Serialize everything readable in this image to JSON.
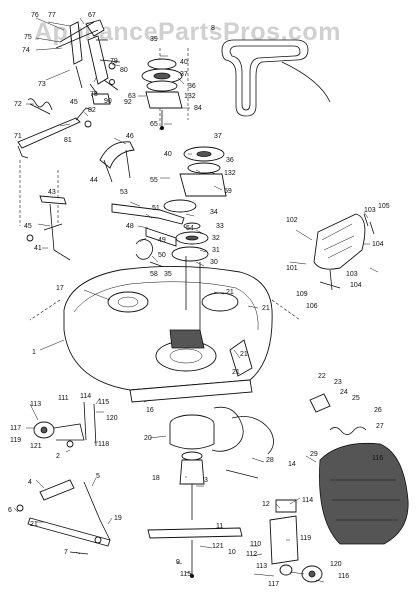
{
  "watermark": "AppliancePartsPros.com",
  "callouts": [
    {
      "id": "c76",
      "text": "76"
    },
    {
      "id": "c77",
      "text": "77"
    },
    {
      "id": "c67",
      "text": "67"
    },
    {
      "id": "c75",
      "text": "75"
    },
    {
      "id": "c74",
      "text": "74"
    },
    {
      "id": "c73",
      "text": "73"
    },
    {
      "id": "c79",
      "text": "79"
    },
    {
      "id": "c80",
      "text": "80"
    },
    {
      "id": "c78",
      "text": "78"
    },
    {
      "id": "c90",
      "text": "90"
    },
    {
      "id": "c92",
      "text": "92"
    },
    {
      "id": "c72",
      "text": "72"
    },
    {
      "id": "c45a",
      "text": "45"
    },
    {
      "id": "c82",
      "text": "82"
    },
    {
      "id": "c81",
      "text": "81"
    },
    {
      "id": "c71",
      "text": "71"
    },
    {
      "id": "c39",
      "text": "39"
    },
    {
      "id": "c40a",
      "text": "40"
    },
    {
      "id": "c37a",
      "text": "37"
    },
    {
      "id": "c36a",
      "text": "36"
    },
    {
      "id": "c63",
      "text": "63"
    },
    {
      "id": "c132a",
      "text": "132"
    },
    {
      "id": "c84",
      "text": "84"
    },
    {
      "id": "c65",
      "text": "65"
    },
    {
      "id": "c8",
      "text": "8"
    },
    {
      "id": "c46",
      "text": "46"
    },
    {
      "id": "c44",
      "text": "44"
    },
    {
      "id": "c37b",
      "text": "37"
    },
    {
      "id": "c40b",
      "text": "40"
    },
    {
      "id": "c36b",
      "text": "36"
    },
    {
      "id": "c132b",
      "text": "132"
    },
    {
      "id": "c55",
      "text": "55"
    },
    {
      "id": "c59",
      "text": "59"
    },
    {
      "id": "c43",
      "text": "43"
    },
    {
      "id": "c53",
      "text": "53"
    },
    {
      "id": "c51",
      "text": "51"
    },
    {
      "id": "c34",
      "text": "34"
    },
    {
      "id": "c33",
      "text": "33"
    },
    {
      "id": "c48",
      "text": "48"
    },
    {
      "id": "c54",
      "text": "54"
    },
    {
      "id": "c32",
      "text": "32"
    },
    {
      "id": "c49",
      "text": "49"
    },
    {
      "id": "c31",
      "text": "31"
    },
    {
      "id": "c50",
      "text": "50"
    },
    {
      "id": "c30",
      "text": "30"
    },
    {
      "id": "c45b",
      "text": "45"
    },
    {
      "id": "c41",
      "text": "41"
    },
    {
      "id": "c58",
      "text": "58"
    },
    {
      "id": "c35",
      "text": "35"
    },
    {
      "id": "c102",
      "text": "102"
    },
    {
      "id": "c103a",
      "text": "103"
    },
    {
      "id": "c105",
      "text": "105"
    },
    {
      "id": "c101",
      "text": "101"
    },
    {
      "id": "c104a",
      "text": "104"
    },
    {
      "id": "c103b",
      "text": "103"
    },
    {
      "id": "c109",
      "text": "109"
    },
    {
      "id": "c104b",
      "text": "104"
    },
    {
      "id": "c106",
      "text": "106"
    },
    {
      "id": "c17",
      "text": "17"
    },
    {
      "id": "c21a",
      "text": "21"
    },
    {
      "id": "c21b",
      "text": "21"
    },
    {
      "id": "c1",
      "text": "1"
    },
    {
      "id": "c21c",
      "text": "21"
    },
    {
      "id": "c21d",
      "text": "21"
    },
    {
      "id": "c22",
      "text": "22"
    },
    {
      "id": "c23",
      "text": "23"
    },
    {
      "id": "c24",
      "text": "24"
    },
    {
      "id": "c25",
      "text": "25"
    },
    {
      "id": "c26",
      "text": "26"
    },
    {
      "id": "c27",
      "text": "27"
    },
    {
      "id": "c116a",
      "text": "116"
    },
    {
      "id": "c113a",
      "text": "113"
    },
    {
      "id": "c111",
      "text": "111"
    },
    {
      "id": "c114",
      "text": "114"
    },
    {
      "id": "c115a",
      "text": "115"
    },
    {
      "id": "c120a",
      "text": "120"
    },
    {
      "id": "c117a",
      "text": "117"
    },
    {
      "id": "c119a",
      "text": "119"
    },
    {
      "id": "c121a",
      "text": "121"
    },
    {
      "id": "c118",
      "text": "118"
    },
    {
      "id": "c2",
      "text": "2"
    },
    {
      "id": "c16",
      "text": "16"
    },
    {
      "id": "c20",
      "text": "20"
    },
    {
      "id": "c28",
      "text": "28"
    },
    {
      "id": "c29",
      "text": "29"
    },
    {
      "id": "c14",
      "text": "14"
    },
    {
      "id": "c18",
      "text": "18"
    },
    {
      "id": "c3",
      "text": "3"
    },
    {
      "id": "c4",
      "text": "4"
    },
    {
      "id": "c5",
      "text": "5"
    },
    {
      "id": "c6",
      "text": "6"
    },
    {
      "id": "c21e",
      "text": "21"
    },
    {
      "id": "c19",
      "text": "19"
    },
    {
      "id": "c7",
      "text": "7"
    },
    {
      "id": "c121b",
      "text": "121"
    },
    {
      "id": "c114b",
      "text": "114"
    },
    {
      "id": "c12",
      "text": "12"
    },
    {
      "id": "c11",
      "text": "11"
    },
    {
      "id": "c10",
      "text": "10"
    },
    {
      "id": "c9",
      "text": "9"
    },
    {
      "id": "c115b",
      "text": "115"
    },
    {
      "id": "c110",
      "text": "110"
    },
    {
      "id": "c112",
      "text": "112"
    },
    {
      "id": "c119b",
      "text": "119"
    },
    {
      "id": "c113b",
      "text": "113"
    },
    {
      "id": "c117b",
      "text": "117"
    },
    {
      "id": "c120b",
      "text": "120"
    },
    {
      "id": "c116b",
      "text": "116"
    }
  ]
}
